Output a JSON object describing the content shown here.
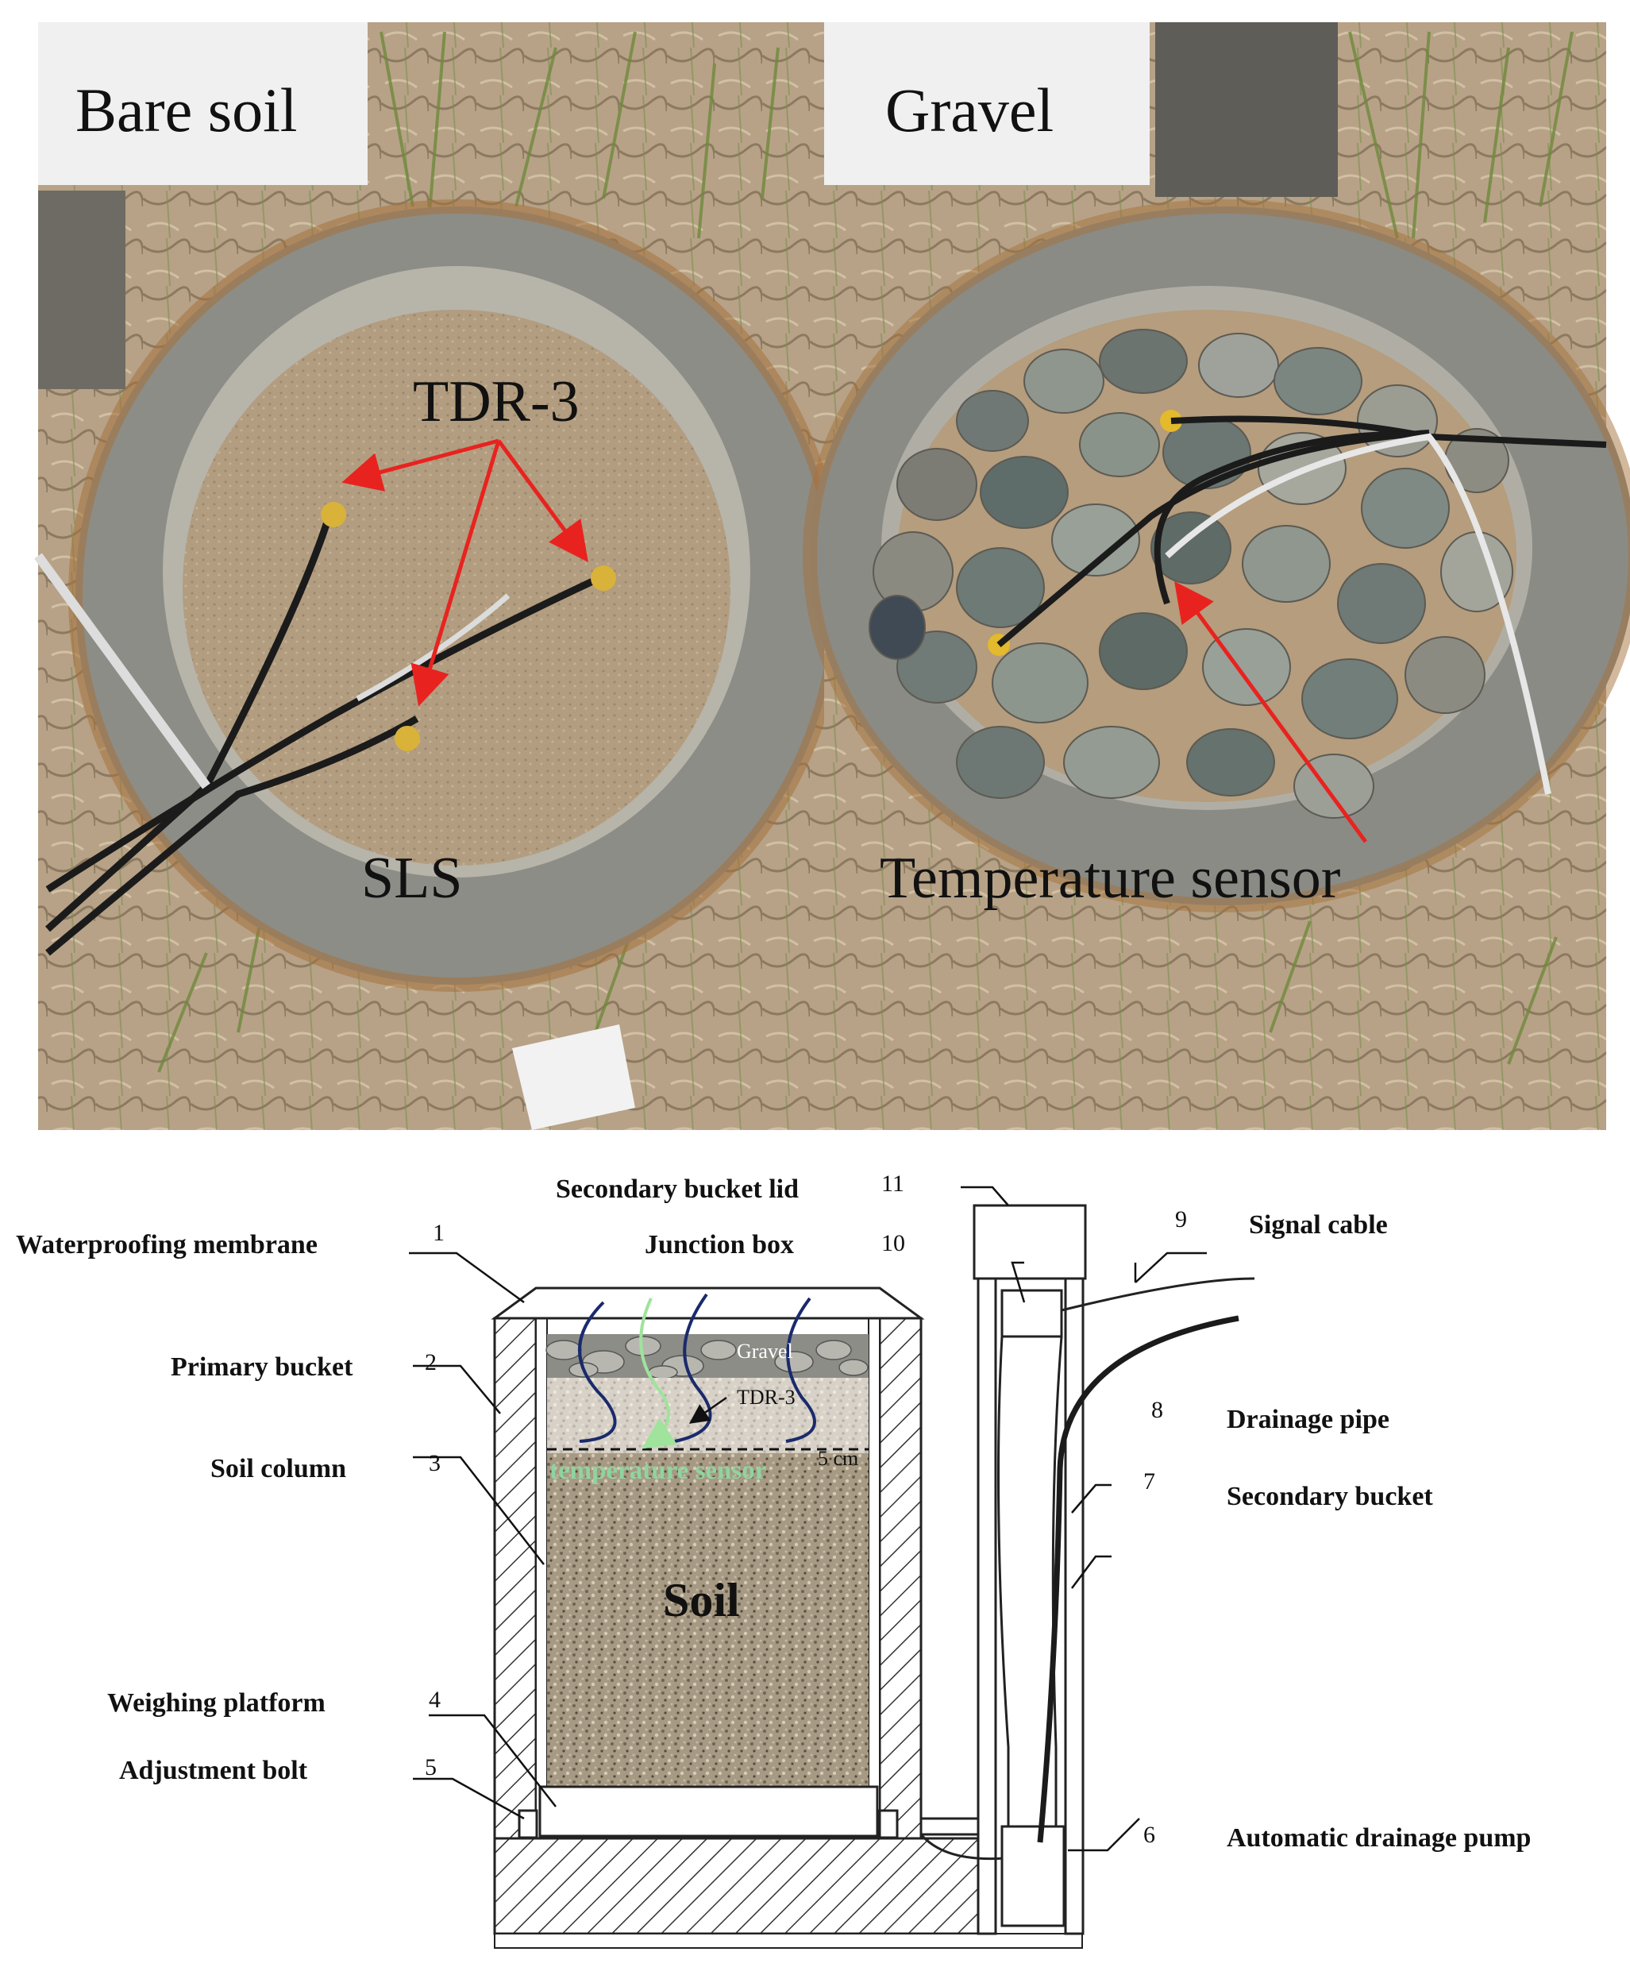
{
  "photos": {
    "left": {
      "title": "Bare soil",
      "labels": {
        "tdr": "TDR-3",
        "sls": "SLS"
      }
    },
    "right": {
      "title": "Gravel",
      "labels": {
        "temp": "Temperature sensor"
      }
    }
  },
  "diagram": {
    "components": [
      {
        "num": "1",
        "name": "Waterproofing membrane"
      },
      {
        "num": "2",
        "name": "Primary bucket"
      },
      {
        "num": "3",
        "name": "Soil column"
      },
      {
        "num": "4",
        "name": "Weighing platform"
      },
      {
        "num": "5",
        "name": "Adjustment bolt"
      },
      {
        "num": "6",
        "name": "Automatic drainage pump"
      },
      {
        "num": "7",
        "name": "Secondary bucket"
      },
      {
        "num": "8",
        "name": "Drainage pipe"
      },
      {
        "num": "9",
        "name": "Signal cable"
      },
      {
        "num": "10",
        "name": "Junction box"
      },
      {
        "num": "11",
        "name": "Secondary bucket lid"
      }
    ],
    "inner_labels": {
      "gravel": "Gravel",
      "tdr": "TDR-3",
      "temp_sensor": "temperature sensor",
      "depth": "5 cm",
      "soil": "Soil"
    }
  },
  "colors": {
    "arrow": "#e8231f",
    "temp_sensor_text": "#8fd4a0",
    "tdr_wire": "#1a2a6c",
    "temp_wire": "#9fe39c",
    "soil": "#a3937a",
    "sand": "#b9a58a",
    "ring": "#8c8d86"
  }
}
